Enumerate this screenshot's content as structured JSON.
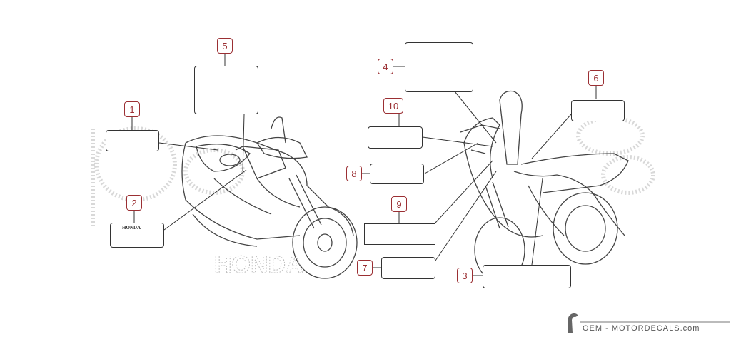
{
  "callouts": [
    "1",
    "2",
    "3",
    "4",
    "5",
    "6",
    "7",
    "8",
    "9",
    "10"
  ],
  "brand_text": "HONDA",
  "footer": {
    "site": "OEM - MOTORDECALS.com"
  },
  "colors": {
    "callout": "#9b2f33",
    "line": "#333333",
    "watermark": "#d2d2d2"
  }
}
